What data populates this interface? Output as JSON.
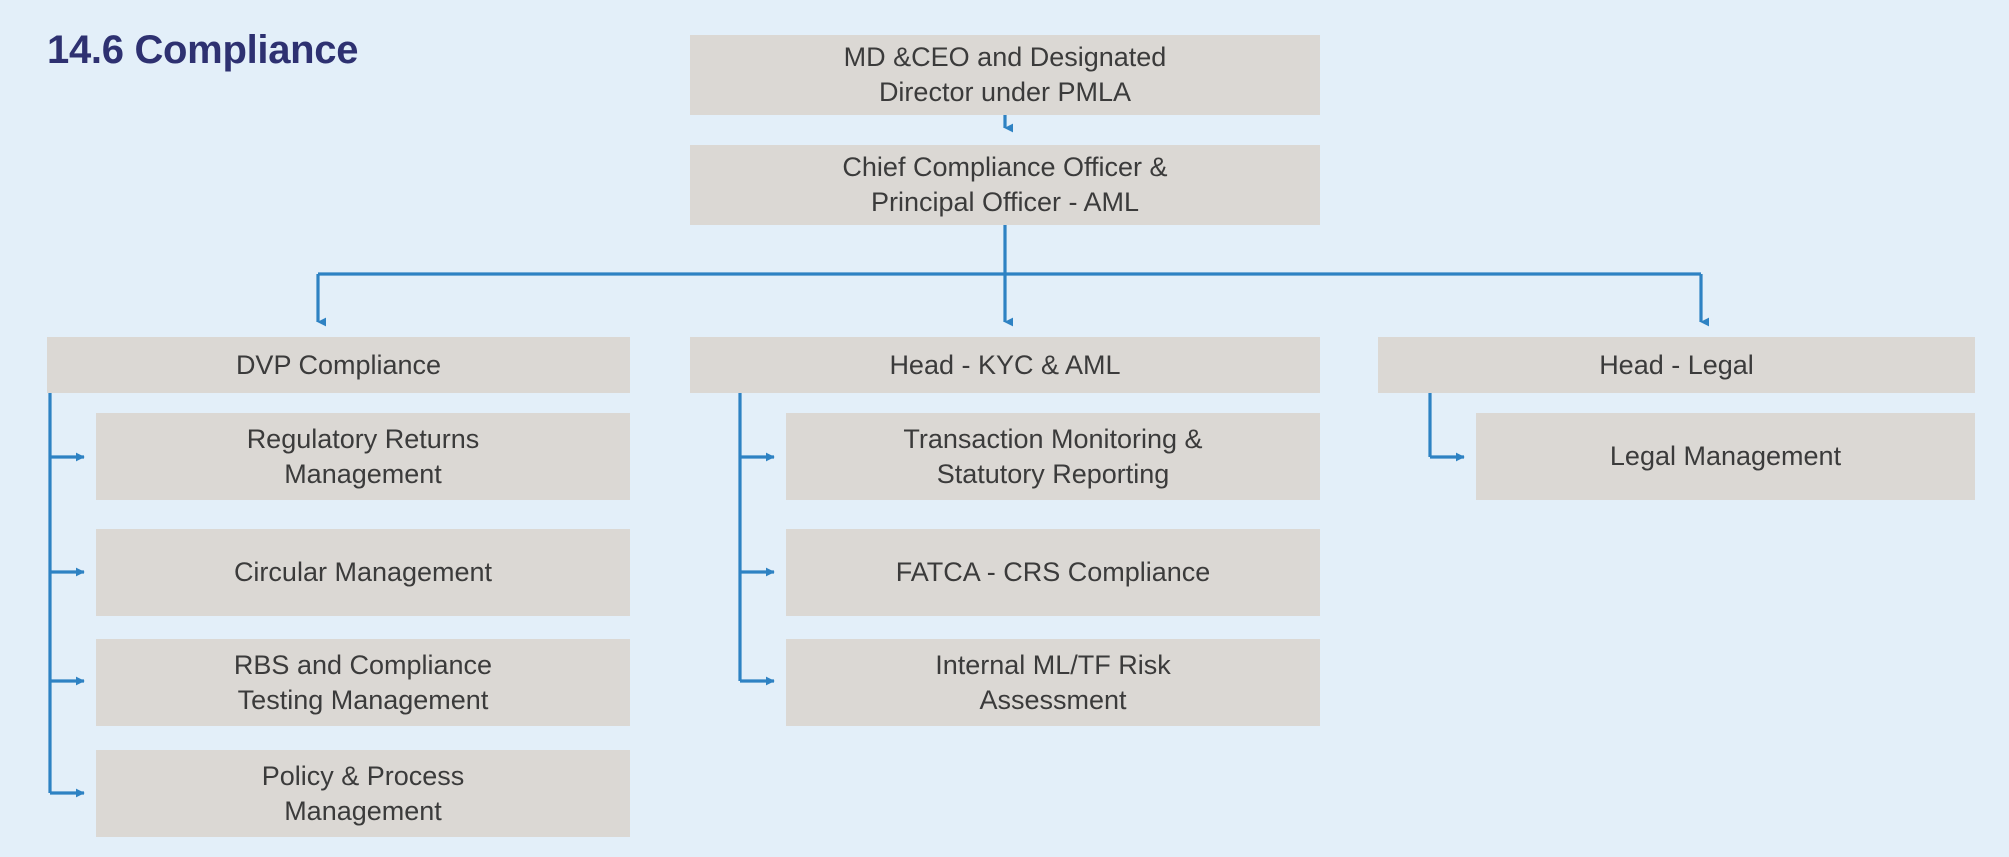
{
  "page": {
    "title": "14.6 Compliance",
    "background_color": "#e3eff9",
    "node_fill_color": "#dbd8d4",
    "node_text_color": "#3b3b3b",
    "connector_color": "#2e82c3",
    "title_color": "#2e3171"
  },
  "chart_data": {
    "type": "diagram",
    "diagram_type": "organization-chart",
    "title": "14.6 Compliance",
    "nodes": [
      {
        "id": "md-ceo",
        "label": "MD &CEO and Designated Director under PMLA",
        "level": 0
      },
      {
        "id": "cco",
        "label": "Chief Compliance Officer & Principal Officer - AML",
        "level": 1
      },
      {
        "id": "dvp-compliance",
        "label": "DVP Compliance",
        "level": 2
      },
      {
        "id": "head-kyc-aml",
        "label": "Head - KYC  & AML",
        "level": 2
      },
      {
        "id": "head-legal",
        "label": "Head - Legal",
        "level": 2
      },
      {
        "id": "regulatory-returns",
        "label": "Regulatory Returns Management",
        "level": 3,
        "parent": "dvp-compliance"
      },
      {
        "id": "circular-management",
        "label": "Circular Management",
        "level": 3,
        "parent": "dvp-compliance"
      },
      {
        "id": "rbs-compliance-testing",
        "label": "RBS and Compliance Testing Management",
        "level": 3,
        "parent": "dvp-compliance"
      },
      {
        "id": "policy-process",
        "label": "Policy & Process Management",
        "level": 3,
        "parent": "dvp-compliance"
      },
      {
        "id": "transaction-monitoring",
        "label": "Transaction Monitoring & Statutory Reporting",
        "level": 3,
        "parent": "head-kyc-aml"
      },
      {
        "id": "fatca-crs",
        "label": "FATCA - CRS Compliance",
        "level": 3,
        "parent": "head-kyc-aml"
      },
      {
        "id": "internal-ml-tf",
        "label": "Internal ML/TF Risk Assessment",
        "level": 3,
        "parent": "head-kyc-aml"
      },
      {
        "id": "legal-management",
        "label": "Legal Management",
        "level": 3,
        "parent": "head-legal"
      }
    ],
    "edges": [
      {
        "from": "md-ceo",
        "to": "cco"
      },
      {
        "from": "cco",
        "to": "dvp-compliance"
      },
      {
        "from": "cco",
        "to": "head-kyc-aml"
      },
      {
        "from": "cco",
        "to": "head-legal"
      },
      {
        "from": "dvp-compliance",
        "to": "regulatory-returns"
      },
      {
        "from": "dvp-compliance",
        "to": "circular-management"
      },
      {
        "from": "dvp-compliance",
        "to": "rbs-compliance-testing"
      },
      {
        "from": "dvp-compliance",
        "to": "policy-process"
      },
      {
        "from": "head-kyc-aml",
        "to": "transaction-monitoring"
      },
      {
        "from": "head-kyc-aml",
        "to": "fatca-crs"
      },
      {
        "from": "head-kyc-aml",
        "to": "internal-ml-tf"
      },
      {
        "from": "head-legal",
        "to": "legal-management"
      }
    ]
  },
  "top": {
    "md_ceo": {
      "line1": "MD &CEO and Designated",
      "line2": "Director under PMLA"
    },
    "cco": {
      "line1": "Chief Compliance Officer &",
      "line2": "Principal Officer - AML"
    }
  },
  "columns": {
    "left": {
      "header": "DVP Compliance",
      "children": [
        {
          "line1": "Regulatory Returns",
          "line2": "Management"
        },
        {
          "line1": "Circular Management",
          "line2": ""
        },
        {
          "line1": "RBS and Compliance",
          "line2": "Testing Management"
        },
        {
          "line1": "Policy & Process",
          "line2": "Management"
        }
      ]
    },
    "middle": {
      "header": "Head - KYC  & AML",
      "children": [
        {
          "line1": "Transaction Monitoring &",
          "line2": "Statutory Reporting"
        },
        {
          "line1": "FATCA - CRS Compliance",
          "line2": ""
        },
        {
          "line1": "Internal ML/TF Risk",
          "line2": "Assessment"
        }
      ]
    },
    "right": {
      "header": "Head - Legal",
      "children": [
        {
          "line1": "Legal Management",
          "line2": ""
        }
      ]
    }
  }
}
